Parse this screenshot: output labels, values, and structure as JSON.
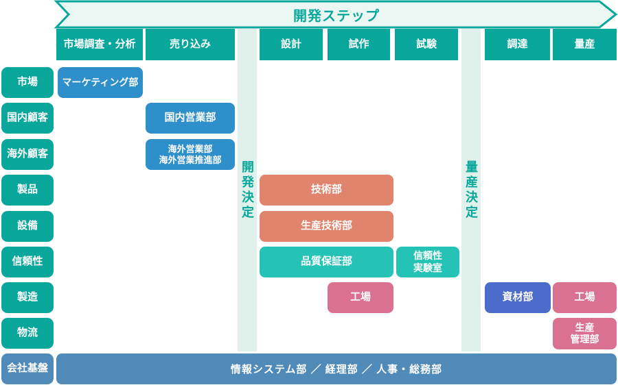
{
  "title_banner": {
    "label": "開発ステップ"
  },
  "colors": {
    "teal": "#09a79b",
    "teal_bright": "#25c3b6",
    "mint": "#dff1ea",
    "banner_fill": "#ebf7f2",
    "blue": "#2e8fcb",
    "indigo": "#4b6ccb",
    "salmon": "#e0846e",
    "pink": "#db7190",
    "steel": "#4f8ab8",
    "text_on_fill": "#ffffff"
  },
  "step_headers": [
    {
      "id": "market-research",
      "label": "市場調査・分析"
    },
    {
      "id": "sales-pitch",
      "label": "売り込み"
    },
    {
      "id": "design",
      "label": "設計"
    },
    {
      "id": "prototype",
      "label": "試作"
    },
    {
      "id": "testing",
      "label": "試験"
    },
    {
      "id": "procurement",
      "label": "調達"
    },
    {
      "id": "mass-production",
      "label": "量産"
    }
  ],
  "gates": [
    {
      "id": "development-decision",
      "label": "開発決定"
    },
    {
      "id": "mass-production-decision",
      "label": "量産決定"
    }
  ],
  "swimlane_labels": [
    {
      "id": "market",
      "label": "市場",
      "color": "teal"
    },
    {
      "id": "domestic-customers",
      "label": "国内顧客",
      "color": "teal"
    },
    {
      "id": "overseas-customers",
      "label": "海外顧客",
      "color": "teal"
    },
    {
      "id": "product",
      "label": "製品",
      "color": "teal"
    },
    {
      "id": "equipment",
      "label": "設備",
      "color": "teal"
    },
    {
      "id": "reliability",
      "label": "信頼性",
      "color": "teal"
    },
    {
      "id": "manufacturing",
      "label": "製造",
      "color": "teal"
    },
    {
      "id": "logistics",
      "label": "物流",
      "color": "teal"
    },
    {
      "id": "company-base",
      "label": "会社基盤",
      "color": "steel"
    }
  ],
  "departments": [
    {
      "id": "marketing",
      "lines": [
        "マーケティング部"
      ],
      "color": "blue",
      "row": "市場",
      "column": "市場調査・分析"
    },
    {
      "id": "domestic-sales",
      "lines": [
        "国内営業部"
      ],
      "color": "blue",
      "row": "国内顧客",
      "column": "売り込み"
    },
    {
      "id": "overseas-sales",
      "lines": [
        "海外営業部",
        "海外営業推進部"
      ],
      "color": "blue",
      "row": "海外顧客",
      "column": "売り込み"
    },
    {
      "id": "engineering",
      "lines": [
        "技術部"
      ],
      "color": "salmon",
      "row": "製品",
      "column": "設計〜試作"
    },
    {
      "id": "production-engineering",
      "lines": [
        "生産技術部"
      ],
      "color": "salmon",
      "row": "設備",
      "column": "設計〜試作"
    },
    {
      "id": "quality-assurance",
      "lines": [
        "品質保証部"
      ],
      "color": "teal_bright",
      "row": "信頼性",
      "column": "設計〜試作"
    },
    {
      "id": "reliability-lab",
      "lines": [
        "信頼性",
        "実験室"
      ],
      "color": "teal_bright",
      "row": "信頼性",
      "column": "試験"
    },
    {
      "id": "factory-prototype",
      "lines": [
        "工場"
      ],
      "color": "pink",
      "row": "製造",
      "column": "試作"
    },
    {
      "id": "materials",
      "lines": [
        "資材部"
      ],
      "color": "indigo",
      "row": "製造",
      "column": "調達"
    },
    {
      "id": "factory-mass-production",
      "lines": [
        "工場"
      ],
      "color": "pink",
      "row": "製造",
      "column": "量産"
    },
    {
      "id": "production-management",
      "lines": [
        "生産",
        "管理部"
      ],
      "color": "pink",
      "row": "物流",
      "column": "量産"
    }
  ],
  "bottom_bar": {
    "label": "情報システム部 ／ 経理部 ／ 人事・総務部"
  }
}
